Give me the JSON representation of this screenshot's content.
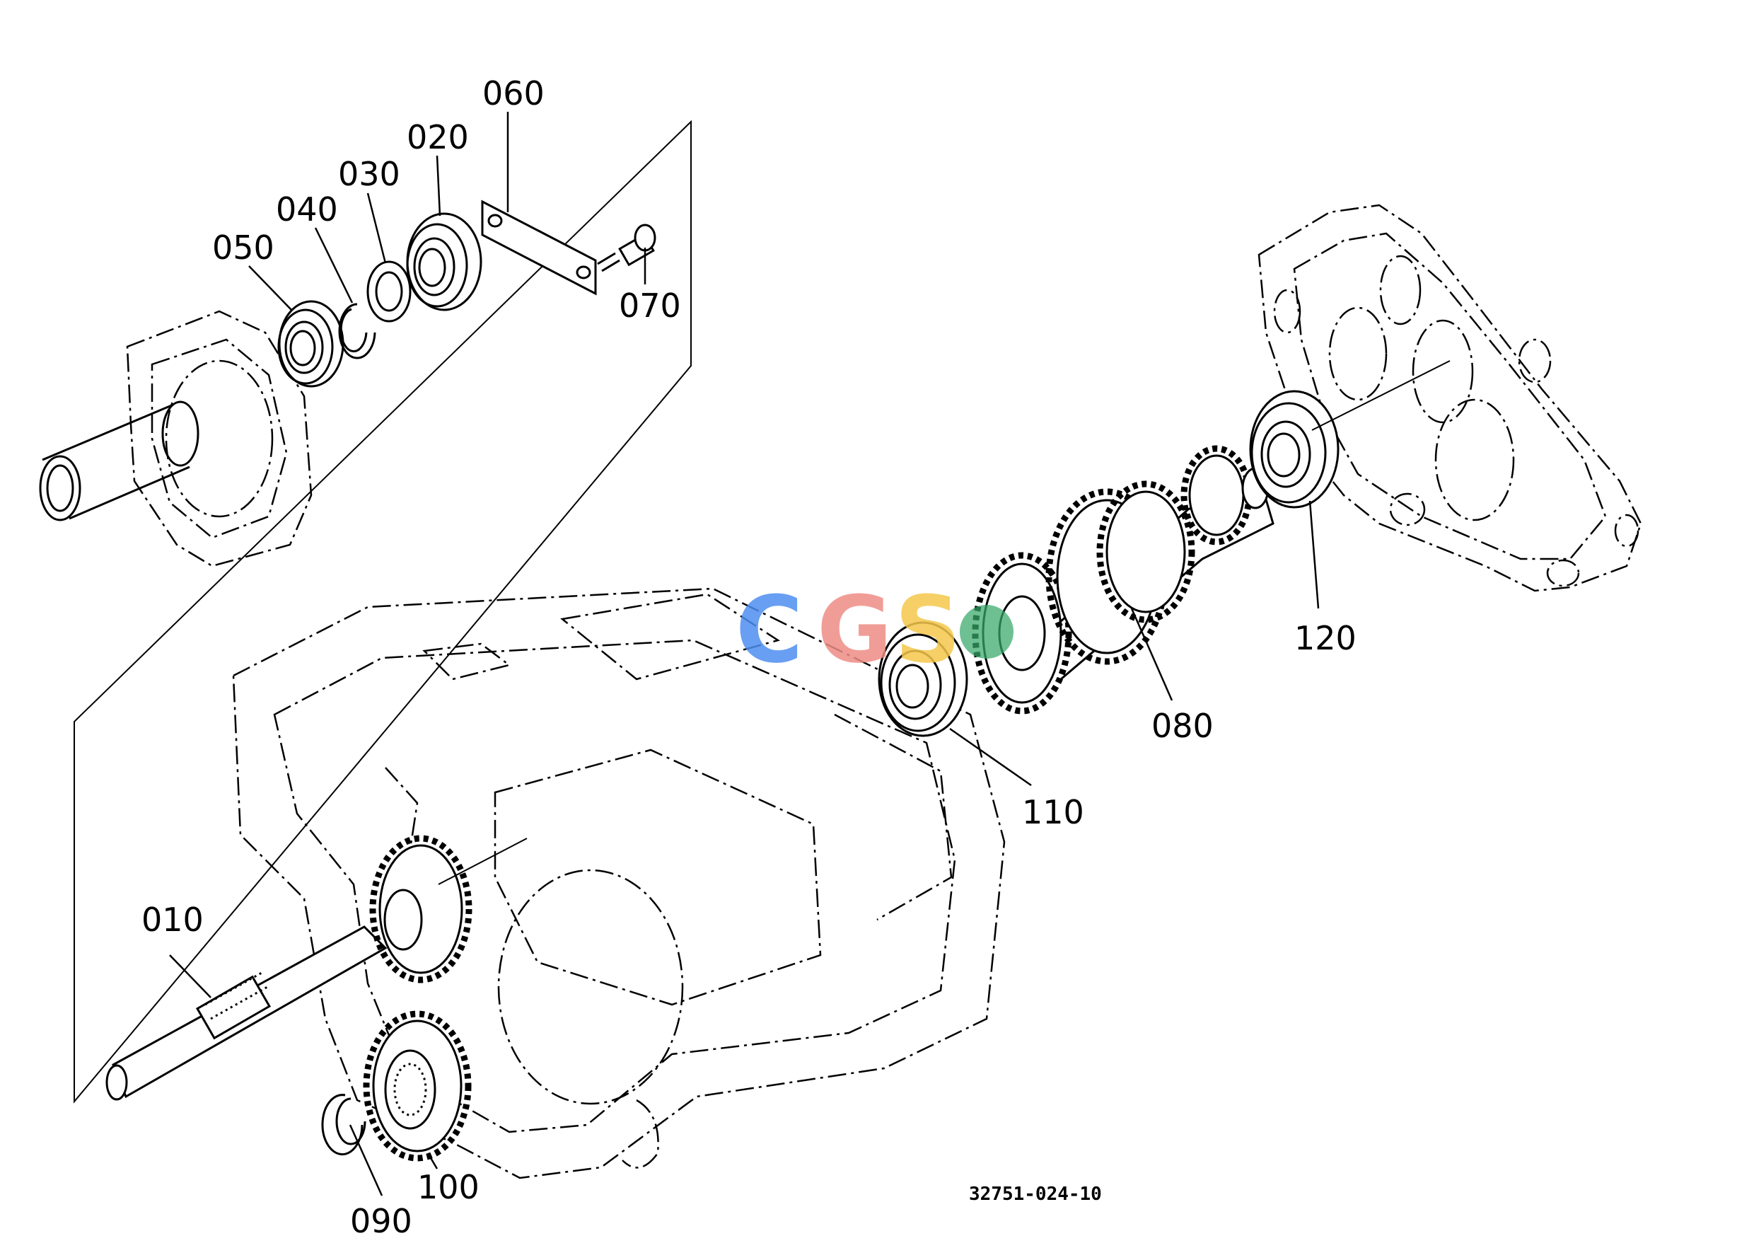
{
  "drawing_number": "32751-024-10",
  "watermark": {
    "text": "CGS",
    "letters": [
      "C",
      "G",
      "S"
    ],
    "colors": [
      "#4f8ff0",
      "#ef8d86",
      "#f5c84c"
    ],
    "dot_color": "#37a86a"
  },
  "parts": [
    {
      "number": "010"
    },
    {
      "number": "020"
    },
    {
      "number": "030"
    },
    {
      "number": "040"
    },
    {
      "number": "050"
    },
    {
      "number": "060"
    },
    {
      "number": "070"
    },
    {
      "number": "080"
    },
    {
      "number": "090"
    },
    {
      "number": "100"
    },
    {
      "number": "110"
    },
    {
      "number": "120"
    }
  ]
}
